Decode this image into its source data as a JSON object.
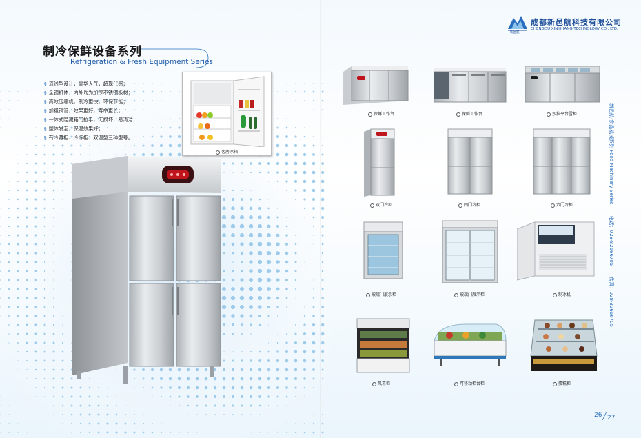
{
  "brand": {
    "name_cn": "成都新邑航科技有限公司",
    "name_en": "CHENGDU XINYIHANG TECHNOLOGY CO., LTD.",
    "logo_text": "新邑航"
  },
  "heading": {
    "title_cn": "制冷保鲜设备系列",
    "title_en": "Refrigeration & Fresh Equipment Series"
  },
  "features": [
    "流线型设计，豪华大气，超现代感；",
    "全钢机体，内外均为加厚不锈钢板材；",
    "高效压缩机，制冷更快，环保节能；",
    "加粗铜管，效果更好，寿命更长；",
    "一体式隐藏箱门拉手，无损坏，易清洁；",
    "整体发泡，保温效果好；",
    "有冷藏柜、冷冻柜、双温型三种型号。"
  ],
  "bullet_symbol": "§",
  "featured_product": {
    "label": "客房冰箱"
  },
  "products": [
    {
      "label": "保鲜工作台",
      "icon": "counter-2door"
    },
    {
      "label": "保鲜工作台",
      "icon": "counter-3door"
    },
    {
      "label": "沙拉平台雪柜",
      "icon": "salad-counter"
    },
    {
      "label": "双门冷柜",
      "icon": "fridge-2door"
    },
    {
      "label": "四门冷柜",
      "icon": "fridge-4door"
    },
    {
      "label": "六门冷柜",
      "icon": "fridge-6door"
    },
    {
      "label": "玻璃门展示柜",
      "icon": "glass-display-single"
    },
    {
      "label": "玻璃门展示柜",
      "icon": "glass-display-double"
    },
    {
      "label": "制冰机",
      "icon": "ice-machine"
    },
    {
      "label": "风幕柜",
      "icon": "air-curtain-cabinet"
    },
    {
      "label": "可移动柜台柜",
      "icon": "mobile-counter"
    },
    {
      "label": "蛋糕柜",
      "icon": "cake-cabinet"
    }
  ],
  "side_band": {
    "series": "新邑航·食品机械系列 Food Machinery Series",
    "phone": "电话：028-82666705",
    "fax": "传真：028-82666705"
  },
  "pages": {
    "left": "26",
    "right": "27"
  },
  "colors": {
    "accent": "#2a6fbf",
    "brand": "#1e4f9a",
    "steel": "#d6d9dc"
  }
}
